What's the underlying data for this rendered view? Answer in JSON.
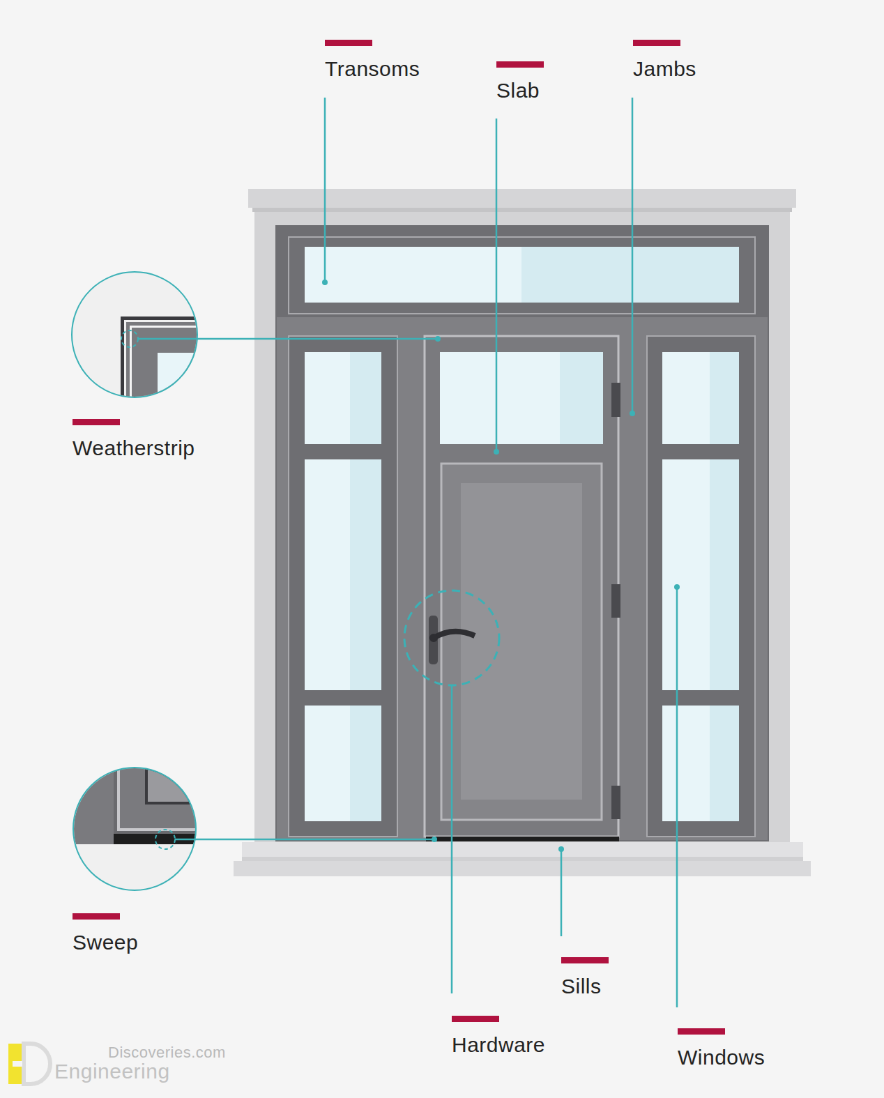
{
  "diagram": {
    "labels": [
      "Transoms",
      "Slab",
      "Jambs",
      "Weatherstrip",
      "Sweep",
      "Sills",
      "Hardware",
      "Windows",
      "Discoveries.com",
      "Engineering"
    ]
  }
}
